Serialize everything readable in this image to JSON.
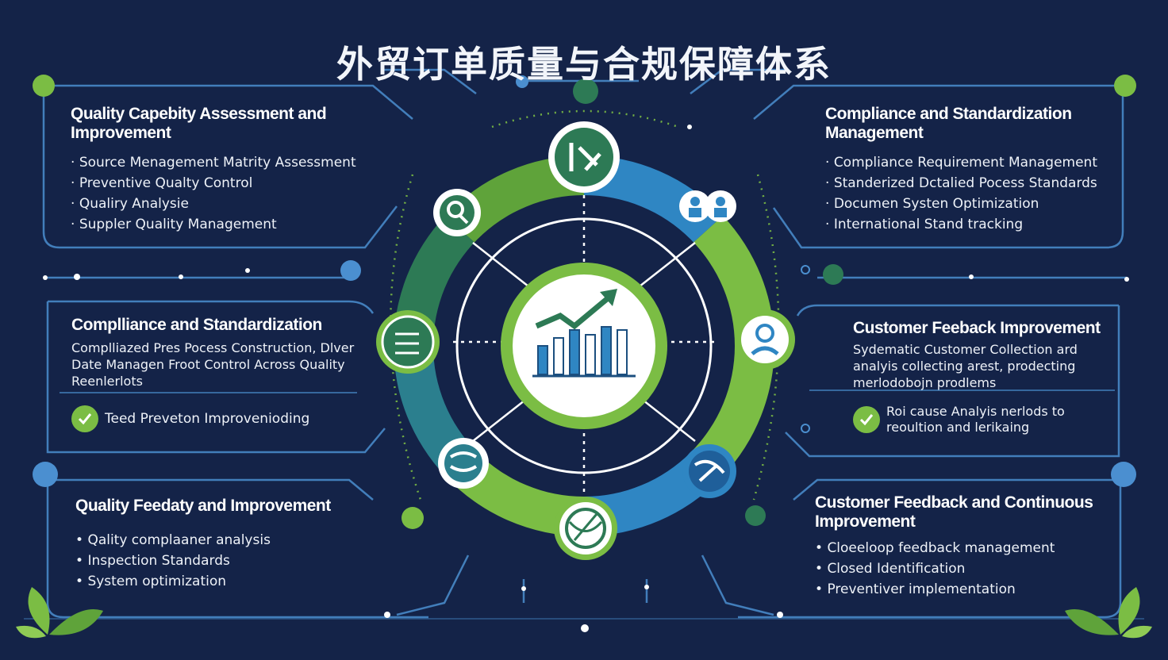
{
  "title": "外贸订单质量与合规保障体系",
  "panels": {
    "top_left": {
      "title": "Quality Capebity Assessment   and Improvement",
      "items": [
        "Source Menagement Matrity Assessment",
        "Preventive Qualty Control",
        "Qualiry Analysie",
        "Suppler Quality Management"
      ]
    },
    "top_right": {
      "title": "Compliance and Standardization Management",
      "items": [
        "Compliance Requirement Management",
        "Standerized Dctalied Pocess Standards",
        "Documen Systen Optimization",
        "International Stand tracking"
      ]
    },
    "mid_left": {
      "title": "Complliance and Standardization",
      "text": "Complliazed Pres Pocess Construction, Dlver Date Managen Froot Control Across Quality Reenlerlots",
      "check_text": "Teed Preveton Improvenioding"
    },
    "mid_right": {
      "title": "Customer Feeback Improvement",
      "text": "Sydematic Customer Collection ard analyis collecting arest, prodecting merlodobojn prodlems",
      "check_text": "Roi cause Analyis nerlods to reoultion and lerikaing"
    },
    "bot_left": {
      "title": "Quality Feedaty and Improvement",
      "items": [
        "Qality complaaner analysis",
        "Inspection Standards",
        "System optimization"
      ]
    },
    "bot_right": {
      "title": "Customer Feedback and Continuous Improvement",
      "items": [
        "Cloeeloop feedback management",
        "Closed Identification",
        "Preventiver implementation"
      ]
    }
  },
  "colors": {
    "background": "#142348",
    "ring_green": "#7bbd44",
    "ring_blue": "#2f86c3",
    "ring_teal": "#2b7f8e",
    "ring_dark_green": "#2d7a55",
    "line_blue": "#4b8fd0"
  },
  "icons": [
    "chart-growth-icon",
    "magnifier-icon",
    "people-icon",
    "person-icon",
    "tools-icon",
    "globe-icon",
    "handshake-icon",
    "checklist-icon",
    "leaf-icon",
    "check-icon"
  ]
}
